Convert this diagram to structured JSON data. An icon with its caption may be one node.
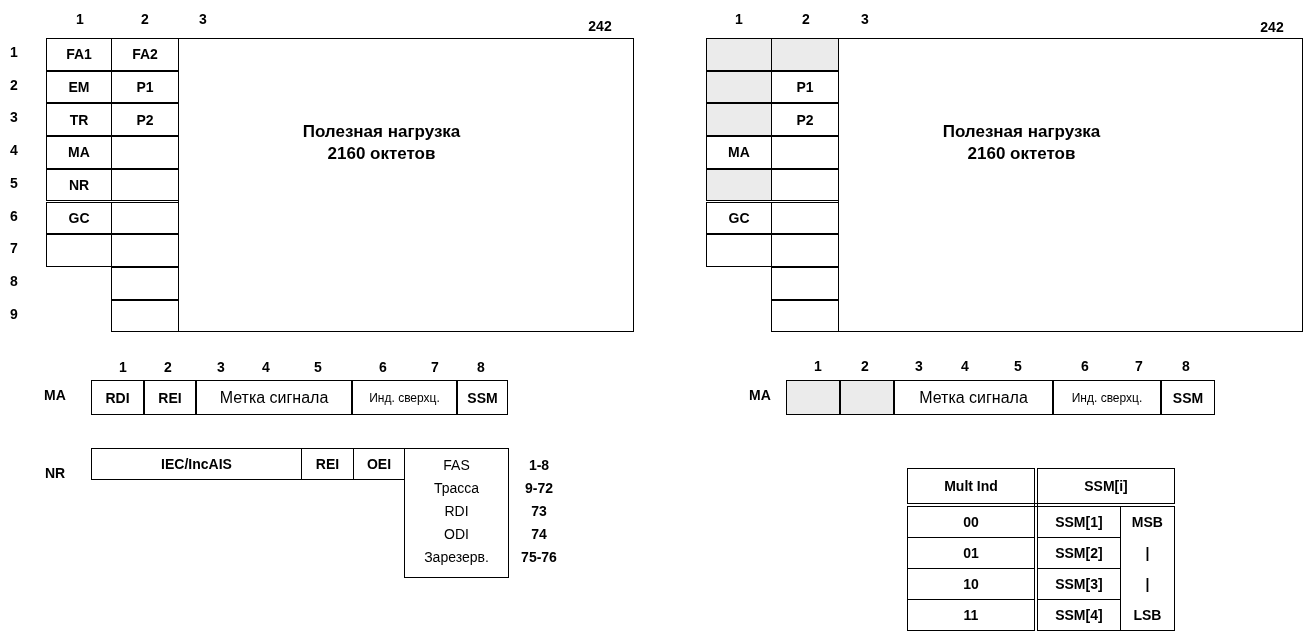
{
  "diagram": {
    "nodes": [
      {
        "text": [
          "FA1"
        ]
      },
      {
        "text": [
          "FA2"
        ]
      },
      {
        "text": [
          "Полезная нагрузка 2160 октетов"
        ]
      },
      {
        "text": [
          "EM"
        ]
      },
      {
        "text": [
          "P1"
        ]
      },
      {
        "text": [
          "TR"
        ]
      },
      {
        "text": [
          "P2"
        ]
      },
      {
        "text": [
          "MA"
        ]
      },
      {
        "text": [],
        "shape": "box"
      },
      {
        "text": [
          "NR"
        ]
      },
      {
        "text": [],
        "shape": "box"
      },
      {
        "text": [
          "GC"
        ]
      },
      {
        "text": [],
        "shape": "box"
      },
      {
        "text": [],
        "shape": "box"
      },
      {
        "text": [],
        "shape": "box"
      },
      {
        "text": [],
        "shape": "box"
      },
      {
        "text": [],
        "shape": "box"
      },
      {
        "text": [
          "RDI"
        ]
      },
      {
        "text": [
          "REI"
        ]
      },
      {
        "text": [
          "Метка сигнала"
        ]
      },
      {
        "text": [
          "Инд. сверхц."
        ]
      },
      {
        "text": [
          "SSM"
        ]
      },
      {
        "text": [
          "IEC/IncAIS"
        ]
      },
      {
        "text": [
          "REI"
        ]
      },
      {
        "text": [
          "OEI"
        ]
      },
      {
        "text": [
          "FAS",
          "Трасса",
          "RDI",
          "ODI",
          "Зарезерв."
        ],
        "beside": [
          "1-8",
          "9-72",
          "73",
          "74",
          "75-76"
        ]
      },
      {
        "text": [],
        "shape": "box"
      },
      {
        "text": [],
        "shape": "box"
      },
      {
        "text": [
          "Полезная нагрузка 2160 октетов"
        ]
      },
      {
        "text": [],
        "shape": "box"
      },
      {
        "text": [
          "P1"
        ]
      },
      {
        "text": [],
        "shape": "box"
      },
      {
        "text": [
          "P2"
        ]
      },
      {
        "text": [
          "MA"
        ]
      },
      {
        "text": [],
        "shape": "box"
      },
      {
        "text": [],
        "shape": "box"
      },
      {
        "text": [],
        "shape": "box"
      },
      {
        "text": [
          "GC"
        ]
      },
      {
        "text": [],
        "shape": "box"
      },
      {
        "text": [],
        "shape": "box"
      },
      {
        "text": [],
        "shape": "box"
      },
      {
        "text": [],
        "shape": "box"
      },
      {
        "text": [],
        "shape": "box"
      },
      {
        "text": [],
        "shape": "box"
      },
      {
        "text": [],
        "shape": "box"
      },
      {
        "text": [
          "Метка сигнала"
        ]
      },
      {
        "text": [
          "Инд. сверхц."
        ]
      },
      {
        "text": [
          "SSM"
        ]
      }
    ],
    "labels": [
      "1",
      "2",
      "3",
      "242",
      "1",
      "2",
      "3",
      "4",
      "5",
      "6",
      "7",
      "8",
      "9",
      "1",
      "2",
      "3",
      "4",
      "5",
      "6",
      "7",
      "8",
      "MA",
      "NR",
      "1",
      "2",
      "3",
      "242",
      "1",
      "2",
      "3",
      "4",
      "5",
      "6",
      "7",
      "8",
      "MA",
      "Mult Ind",
      "SSM[i]",
      "00",
      "SSM[1]",
      "MSB",
      "01",
      "SSM[2]",
      "|",
      "10",
      "SSM[3]",
      "|",
      "11",
      "SSM[4]",
      "LSB"
    ]
  }
}
